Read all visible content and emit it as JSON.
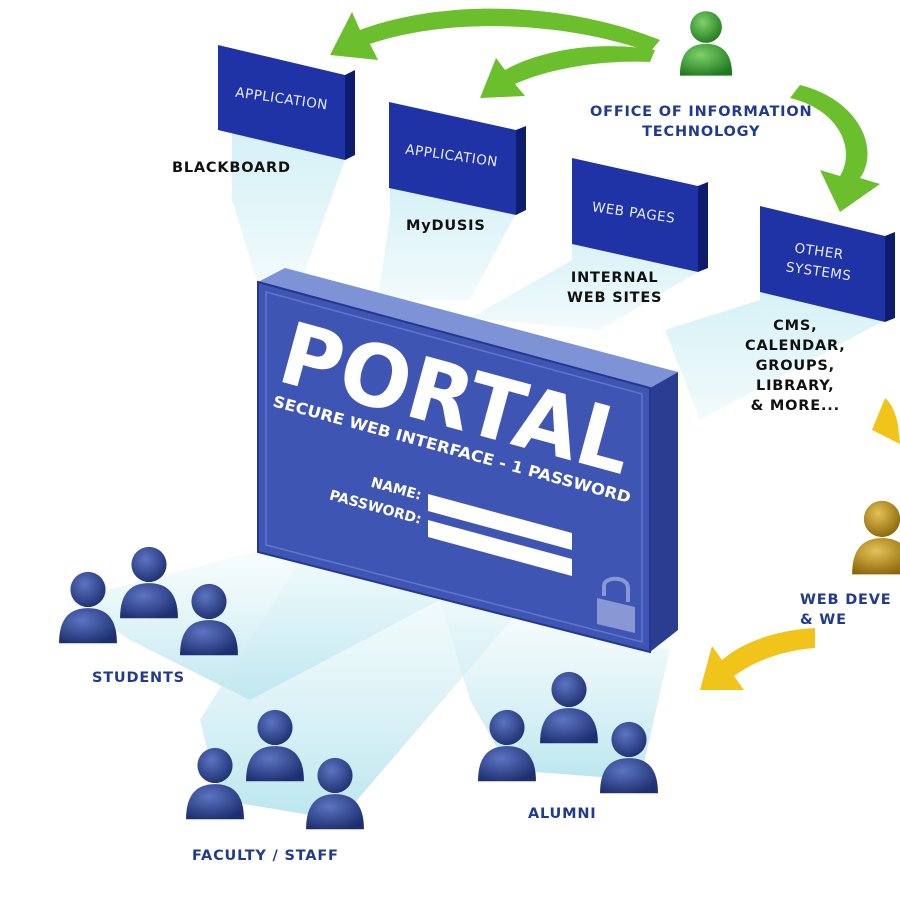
{
  "portal": {
    "title": "PORTAL",
    "subtitle": "SECURE WEB INTERFACE - 1 PASSWORD",
    "name_label": "NAME:",
    "password_label": "PASSWORD:"
  },
  "boxes": {
    "blackboard_box": "APPLICATION",
    "mydusis_box": "APPLICATION",
    "web_pages_box": "WEB PAGES",
    "other_systems_box": "OTHER\nSYSTEMS"
  },
  "labels": {
    "blackboard": "BLACKBOARD",
    "mydusis": "MyDUSIS",
    "internal_web_sites": "INTERNAL\nWEB SITES",
    "other_systems_list": "CMS,\nCALENDAR,\nGROUPS,\nLIBRARY,\n& MORE...",
    "oit": "OFFICE OF INFORMATION\nTECHNOLOGY",
    "web_dev": "WEB DEVE\n& WE",
    "students": "STUDENTS",
    "faculty_staff": "FACULTY / STAFF",
    "alumni": "ALUMNI"
  },
  "icons": {
    "oit_person": "person-icon",
    "web_dev_person": "person-icon",
    "lock": "padlock-icon",
    "green_arrows": "curved-arrow-icon",
    "yellow_arrows": "curved-arrow-icon"
  },
  "colors": {
    "portal_blue": "#3f55b3",
    "box_blue": "#1f33a6",
    "people_blue": "#2a3f86",
    "oit_green": "#2f9a2f",
    "arrow_green": "#6bbf2d",
    "web_dev_gold": "#b98f1a",
    "arrow_yellow": "#f0c419",
    "beam": "#bfe6ee"
  }
}
